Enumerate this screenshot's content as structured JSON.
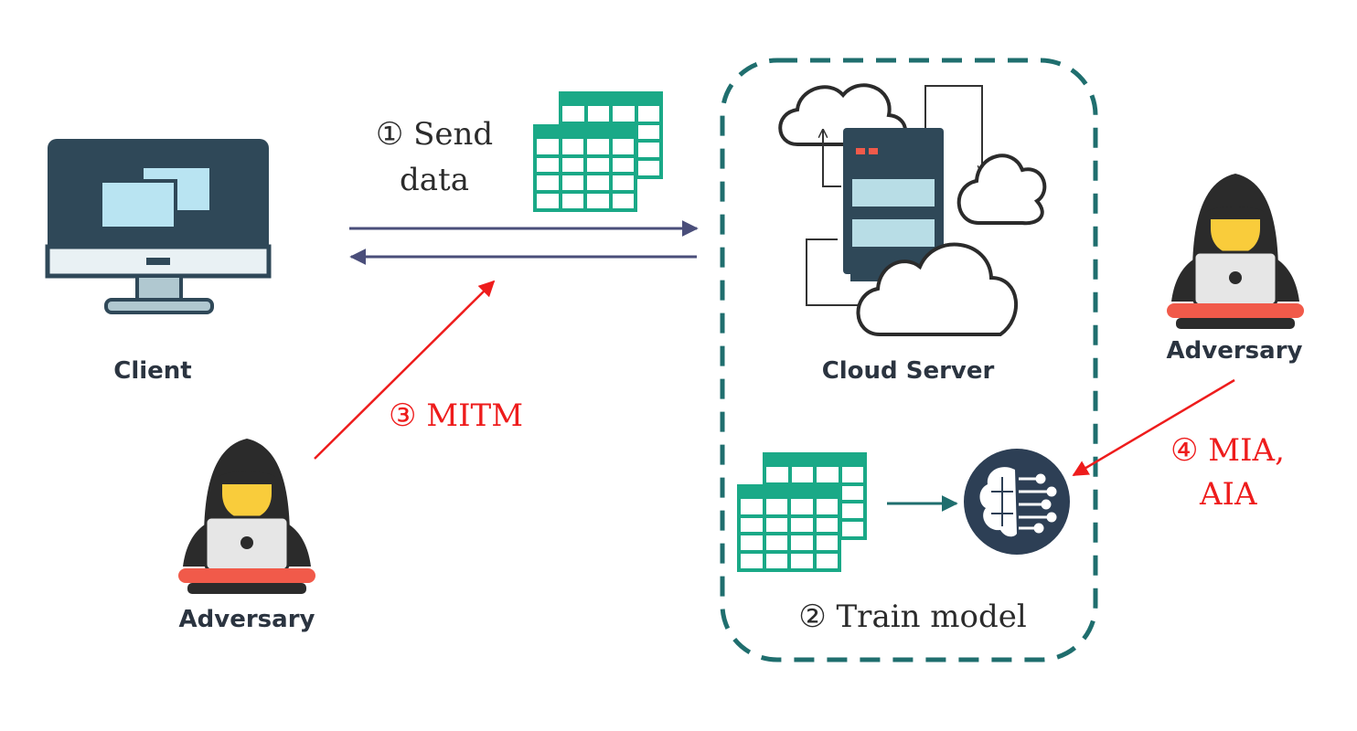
{
  "labels": {
    "client": "Client",
    "cloud_server": "Cloud Server",
    "adversary_left": "Adversary",
    "adversary_right": "Adversary",
    "step1_line1": "① Send",
    "step1_line2": "data",
    "step2": "② Train model",
    "step3": "③ MITM",
    "step4_line1": "④ MIA,",
    "step4_line2": "AIA"
  },
  "colors": {
    "monitor_dark": "#2f4858",
    "monitor_screen_window": "#b9e4f2",
    "table_green": "#1aa987",
    "arrow_navy": "#4a4e7a",
    "attack_red": "#ee1c1c",
    "dashed_border": "#1f6e6e",
    "server_body": "#2f4858",
    "server_slot": "#b8dde6",
    "model_circle": "#2d3f55",
    "hacker_dark": "#2b2b2b",
    "hacker_face": "#f9cc3b",
    "laptop": "#e6e6e6",
    "desk_red": "#f15a4a",
    "label_text": "#2b3440"
  },
  "icons": [
    "monitor-icon",
    "data-table-icon",
    "cloud-server-icon",
    "ai-brain-icon",
    "hacker-icon"
  ]
}
